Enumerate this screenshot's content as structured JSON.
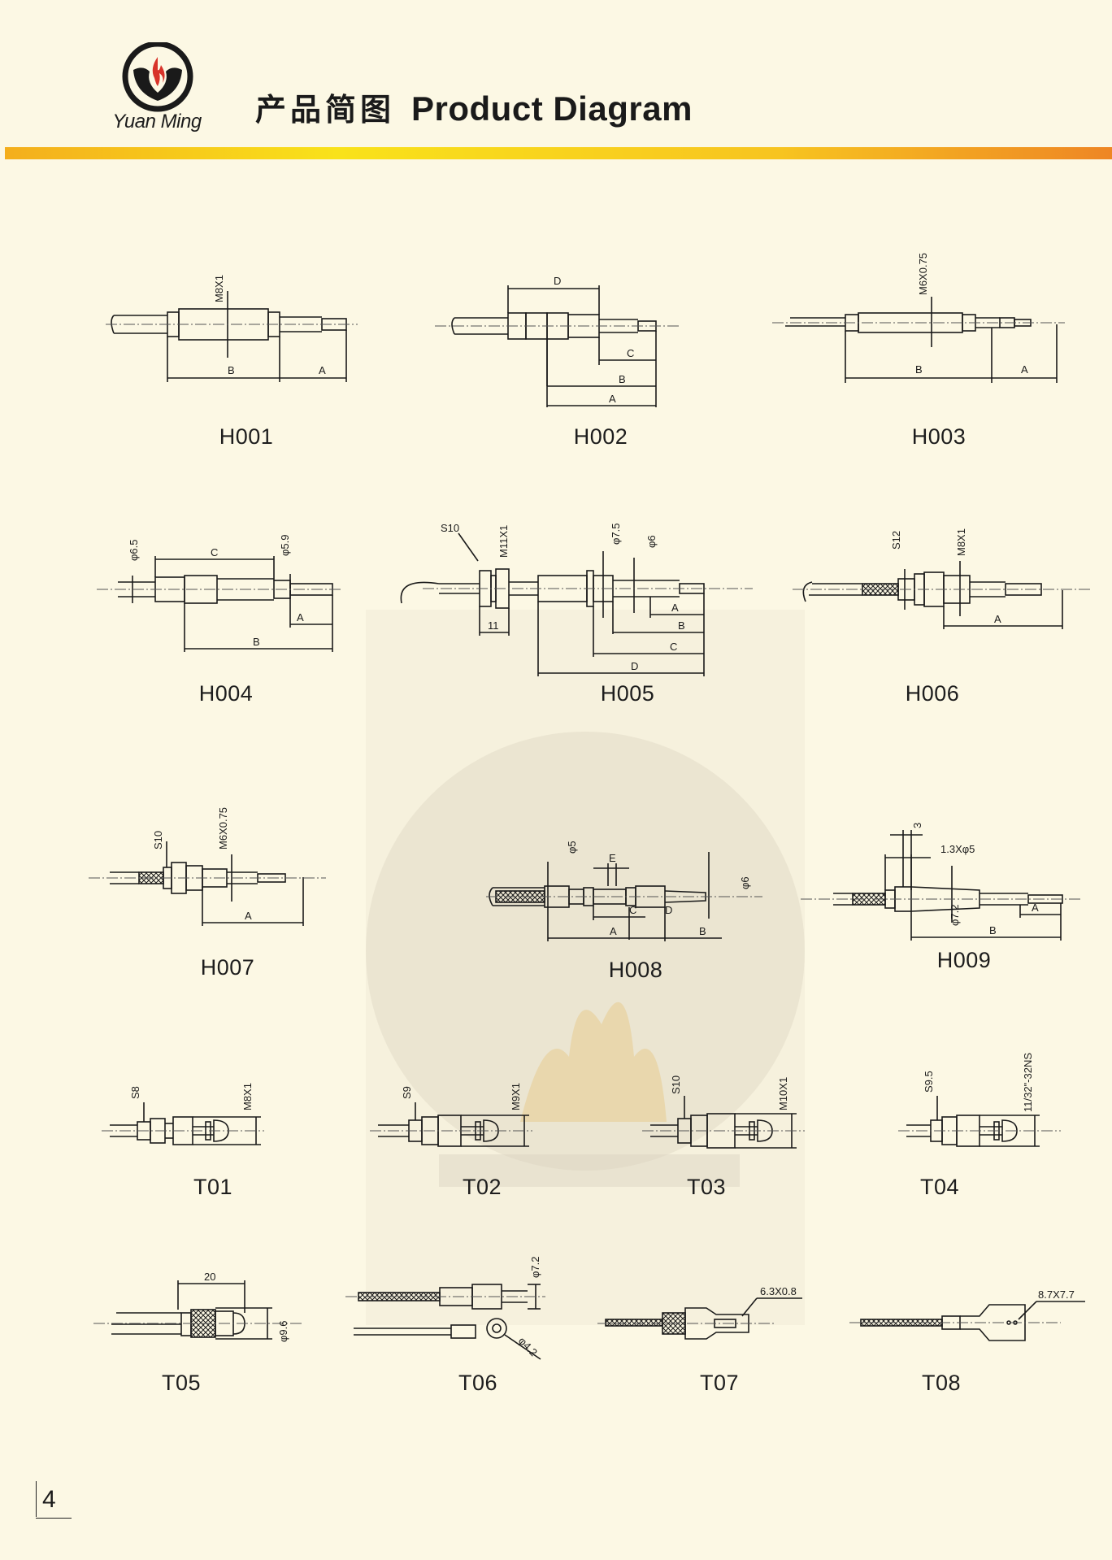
{
  "brand": {
    "name": "Yuan Ming"
  },
  "header": {
    "title_cn": "产品简图",
    "title_en": "Product Diagram"
  },
  "page_number": "4",
  "models": [
    {
      "id": "H001",
      "dims": [
        "M8X1",
        "B",
        "A"
      ]
    },
    {
      "id": "H002",
      "dims": [
        "D",
        "C",
        "B",
        "A"
      ]
    },
    {
      "id": "H003",
      "dims": [
        "M6X0.75",
        "B",
        "A"
      ]
    },
    {
      "id": "H004",
      "dims": [
        "φ6.5",
        "C",
        "φ5.9",
        "A",
        "B"
      ]
    },
    {
      "id": "H005",
      "dims": [
        "S10",
        "M11X1",
        "φ7.5",
        "φ6",
        "11",
        "A",
        "B",
        "C",
        "D"
      ]
    },
    {
      "id": "H006",
      "dims": [
        "S12",
        "M8X1",
        "A"
      ]
    },
    {
      "id": "H007",
      "dims": [
        "S10",
        "M6X0.75",
        "A"
      ]
    },
    {
      "id": "H008",
      "dims": [
        "φ5",
        "E",
        "φ6",
        "C",
        "D",
        "A",
        "B"
      ]
    },
    {
      "id": "H009",
      "dims": [
        "3",
        "1.3Xφ5",
        "φ7.2",
        "A",
        "B"
      ]
    },
    {
      "id": "T01",
      "dims": [
        "S8",
        "M8X1"
      ]
    },
    {
      "id": "T02",
      "dims": [
        "S9",
        "M9X1"
      ]
    },
    {
      "id": "T03",
      "dims": [
        "S10",
        "M10X1"
      ]
    },
    {
      "id": "T04",
      "dims": [
        "S9.5",
        "11/32\"-32NS"
      ]
    },
    {
      "id": "T05",
      "dims": [
        "20",
        "φ9.6"
      ]
    },
    {
      "id": "T06",
      "dims": [
        "φ7.2",
        "φ4.2"
      ]
    },
    {
      "id": "T07",
      "dims": [
        "6.3X0.8"
      ]
    },
    {
      "id": "T08",
      "dims": [
        "8.7X7.7"
      ]
    }
  ],
  "colors": {
    "background": "#fcf8e4",
    "bar_start": "#f4ae1c",
    "bar_mid": "#f9e21a",
    "bar_end": "#ee8624",
    "logo_flame": "#d8332a",
    "line": "#1a1a1a"
  }
}
